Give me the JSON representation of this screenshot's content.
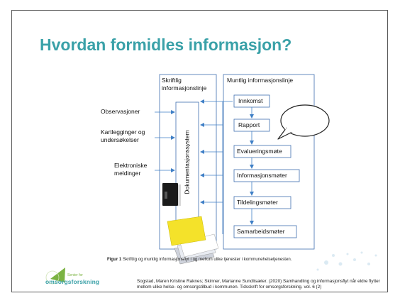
{
  "slide": {
    "title": "Hvordan formidles informasjon?"
  },
  "diagram": {
    "written_line_label": "Skriftlig informasjonslinje",
    "written_line_label_l1": "Skriftlig",
    "written_line_label_l2": "informasjonslinje",
    "oral_line_label": "Muntlig informasjonslinje",
    "system_label": "Dokumentasjonssystem",
    "inputs": [
      {
        "id": "obs",
        "text": "Observasjoner"
      },
      {
        "id": "kart",
        "text_l1": "Kartlegginger og",
        "text_l2": "undersøkelser"
      },
      {
        "id": "elek",
        "text_l1": "Elektroniske",
        "text_l2": "meldinger"
      }
    ],
    "oral_steps": [
      "Innkomst",
      "Rapport",
      "Evalueringsmøte",
      "Informasjonsmøter",
      "Tildelingsmøter",
      "Samarbeidsmøter"
    ]
  },
  "caption": {
    "figure_label": "Figur 1",
    "text": "Skriftlig og muntlig informasjonsflyt i og mellom ulike tjenester i kommunehelsetjenesten."
  },
  "citation": {
    "text": "Sogstad, Maren Kristine Raknes; Skinner, Marianne Sundlisæter. (2020) Samhandling og informasjonsflyt når eldre flytter mellom ulike helse- og omsorgstilbud i kommunen. Tidsskrift for omsorgsforskning. vol. 6 (2)"
  },
  "logo": {
    "small_text": "Senter for",
    "main_text": "omsorgsforskning"
  },
  "colors": {
    "title": "#3aa1a8",
    "arrow": "#3f7fc6",
    "box_border": "#3f6fb0",
    "logo_green": "#7bb342"
  }
}
